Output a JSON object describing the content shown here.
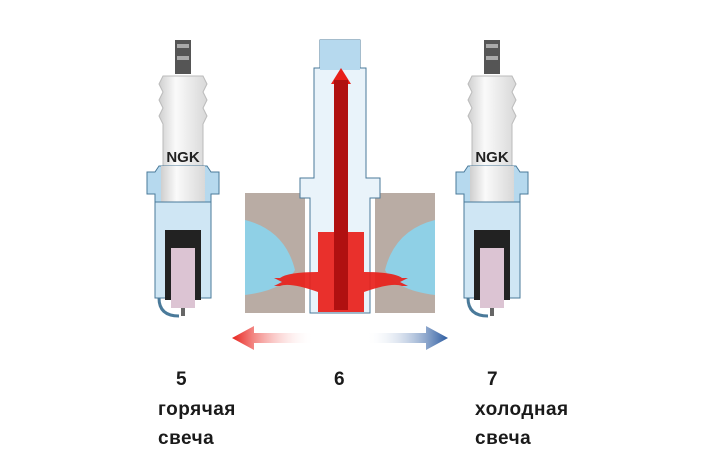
{
  "brand": "NGK",
  "labels": {
    "hot_number": "5",
    "hot_line1": "горячая",
    "hot_line2": "свеча",
    "center_number": "6",
    "cold_number": "7",
    "cold_line1": "холодная",
    "cold_line2": "свеча"
  },
  "colors": {
    "heat": "#e8201a",
    "coolant": "#8fd0e6",
    "head": "#b9aca4",
    "insulator": "#f2f2f2",
    "tip": "#d9c2d0"
  }
}
